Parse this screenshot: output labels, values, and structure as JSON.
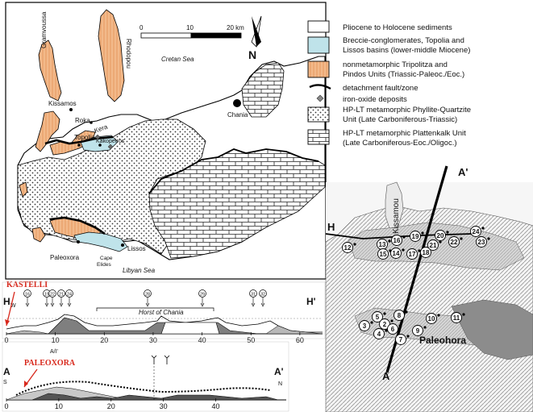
{
  "map": {
    "scale": {
      "ticks": [
        "0",
        "10",
        "20 km"
      ]
    },
    "north_label": "N",
    "places": {
      "gramvoussa": "Gramvoussa",
      "rhodopou": "Rhodopou",
      "cretan_sea": "Cretan Sea",
      "libyan_sea": "Libyan Sea",
      "kissamos": "Kissamos",
      "roka": "Roka",
      "kera": "Kera",
      "topolia": "Topolia",
      "kakopetros": "Kakopetros",
      "chania": "Chania",
      "paleoxora": "Paleoxora",
      "lissos": "Lissos",
      "cape_elides": "Cape\nElides"
    }
  },
  "legend": {
    "items": [
      {
        "id": "pliocene",
        "label": "Pliocene to Holocene sediments",
        "color": "#ffffff"
      },
      {
        "id": "breccia",
        "label": "Breccie-conglomerates, Topolia and\nLissos basins (lower-middle Miocene)",
        "color": "#bfe3ea"
      },
      {
        "id": "tripolitza",
        "label": "nonmetamorphic Tripolitza and\nPindos Units (Triassic-Paleoc./Eoc.)",
        "color": "#f2b98a"
      },
      {
        "id": "detachment",
        "label": "detachment fault/zone"
      },
      {
        "id": "iron",
        "label": "iron-oxide deposits"
      },
      {
        "id": "phyllite",
        "label": "HP-LT metamorphic Phyllite-Quartzite\nUnit (Late Carboniferous-Triassic)"
      },
      {
        "id": "plattenkalk",
        "label": "HP-LT metamorphic Plattenkalk Unit\n(Late Carboniferous-Eoc./Oligoc.)"
      }
    ]
  },
  "inset": {
    "labels": {
      "h": "H",
      "a_top": "A'",
      "a_bottom": "A",
      "kissamou": "Kissamou",
      "paleohora": "Paleohora"
    },
    "sites": [
      "12",
      "13",
      "15",
      "16",
      "14",
      "17",
      "19",
      "18",
      "20",
      "21",
      "22",
      "24",
      "23",
      "3",
      "5",
      "2",
      "4",
      "6",
      "8",
      "7",
      "10",
      "9",
      "11"
    ]
  },
  "profile_h": {
    "left_label": "H",
    "left_sub": "W",
    "right_label": "H'",
    "annotation": "KASTELLI",
    "horst_label": "Horst of Chania",
    "sites": [
      "16",
      "19",
      "22",
      "21",
      "24",
      "28",
      "29",
      "31",
      "32"
    ],
    "ticks": [
      "0",
      "10",
      "20",
      "30",
      "40",
      "50",
      "60"
    ]
  },
  "profile_a": {
    "left_label": "A",
    "left_sub": "S",
    "right_label": "A'",
    "right_sub": "N",
    "annotation": "PALEOXORA",
    "mid_label": "A/I'",
    "ticks": [
      "0",
      "10",
      "20",
      "30",
      "40"
    ]
  }
}
